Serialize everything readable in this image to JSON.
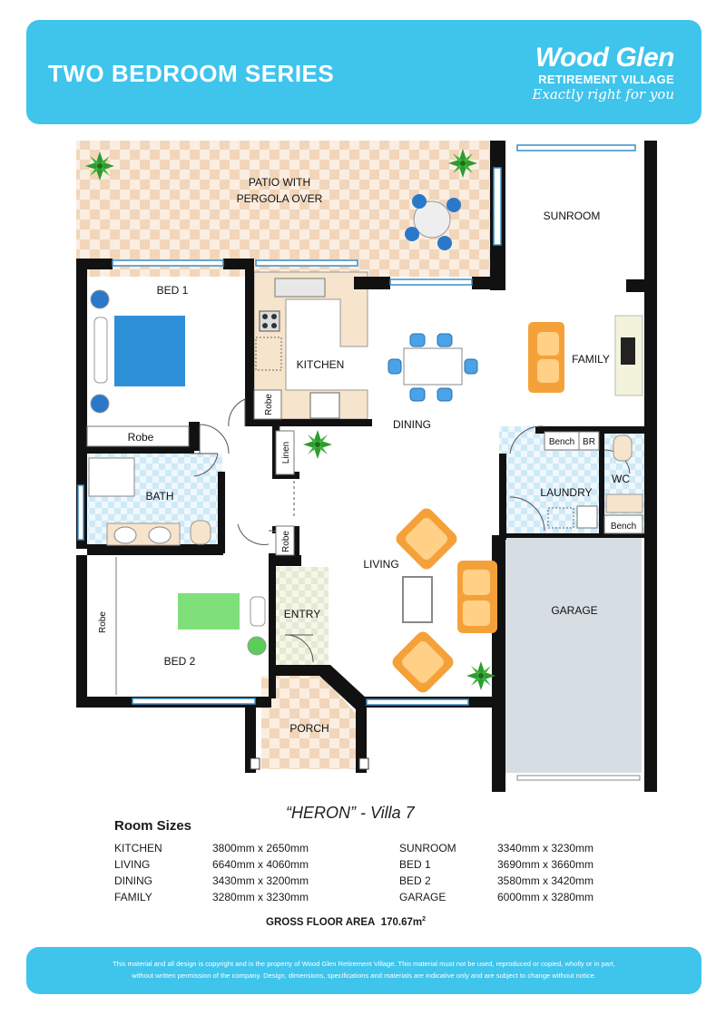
{
  "header": {
    "series_title": "TWO BEDROOM SERIES",
    "brand_name": "Wood Glen",
    "brand_subtitle": "RETIREMENT VILLAGE",
    "brand_tagline": "Exactly right for you"
  },
  "plan_labels": {
    "patio_line1": "PATIO WITH",
    "patio_line2": "PERGOLA OVER",
    "sunroom": "SUNROOM",
    "bed1": "BED 1",
    "kitchen": "KITCHEN",
    "family": "FAMILY",
    "dining": "DINING",
    "robe": "Robe",
    "linen": "Linen",
    "bath": "BATH",
    "bench": "Bench",
    "br": "BR",
    "wc": "WC",
    "laundry": "LAUNDRY",
    "living": "LIVING",
    "garage": "GARAGE",
    "entry": "ENTRY",
    "bed2": "BED 2",
    "porch": "PORCH"
  },
  "villa_title": "“HERON” - Villa 7",
  "room_sizes": {
    "heading": "Room Sizes",
    "left": [
      {
        "name": "KITCHEN",
        "size": "3800mm x 2650mm"
      },
      {
        "name": "LIVING",
        "size": "6640mm x 4060mm"
      },
      {
        "name": "DINING",
        "size": "3430mm x 3200mm"
      },
      {
        "name": "FAMILY",
        "size": "3280mm x 3230mm"
      }
    ],
    "right": [
      {
        "name": "SUNROOM",
        "size": "3340mm x 3230mm"
      },
      {
        "name": "BED 1",
        "size": "3690mm x 3660mm"
      },
      {
        "name": "BED 2",
        "size": "3580mm x 3420mm"
      },
      {
        "name": "GARAGE",
        "size": "6000mm x 3280mm"
      }
    ]
  },
  "gross_floor_area": {
    "label": "GROSS FLOOR AREA",
    "value": "170.67m",
    "unit_sup": "2"
  },
  "footer": {
    "line1": "This material and all design is copyright and is the property of Wood Glen Retirement Village. This material must not be used, reproduced or copied, wholly or in part,",
    "line2": "without written permission of the company. Design, dimensions, specifications and materials are indicative only and are subject to change without notice."
  },
  "colors": {
    "header_blue": "#3fc4ec",
    "wall": "#111111",
    "patio_tile_a": "#f4dcc4",
    "patio_tile_b": "#fbeee0",
    "wet_tile": "#d8eef8",
    "kitchen_bench": "#f6e4cc",
    "sofa_orange": "#f5a13a",
    "garage_floor": "#d6dde3",
    "plant_green": "#2e9b2e"
  }
}
